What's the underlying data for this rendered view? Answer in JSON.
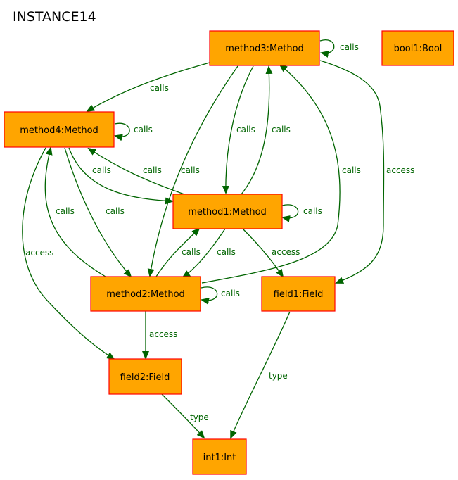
{
  "title": "INSTANCE14",
  "nodes": {
    "method3": "method3:Method",
    "bool1": "bool1:Bool",
    "method4": "method4:Method",
    "method1": "method1:Method",
    "method2": "method2:Method",
    "field1": "field1:Field",
    "field2": "field2:Field",
    "int1": "int1:Int"
  },
  "edges": [
    {
      "from": "method3",
      "to": "method3",
      "label": "calls"
    },
    {
      "from": "method3",
      "to": "method4",
      "label": "calls"
    },
    {
      "from": "method3",
      "to": "method1",
      "label": "calls"
    },
    {
      "from": "method1",
      "to": "method3",
      "label": "calls"
    },
    {
      "from": "method3",
      "to": "method2",
      "label": "calls"
    },
    {
      "from": "method2",
      "to": "method3",
      "label": "calls"
    },
    {
      "from": "method3",
      "to": "field1",
      "label": "access"
    },
    {
      "from": "method4",
      "to": "method4",
      "label": "calls"
    },
    {
      "from": "method4",
      "to": "method1",
      "label": "calls"
    },
    {
      "from": "method1",
      "to": "method4",
      "label": "calls"
    },
    {
      "from": "method4",
      "to": "method2",
      "label": "calls"
    },
    {
      "from": "method2",
      "to": "method4",
      "label": "calls"
    },
    {
      "from": "method4",
      "to": "field2",
      "label": "access"
    },
    {
      "from": "method1",
      "to": "method1",
      "label": "calls"
    },
    {
      "from": "method1",
      "to": "method2",
      "label": "calls"
    },
    {
      "from": "method2",
      "to": "method1",
      "label": "calls"
    },
    {
      "from": "method1",
      "to": "field1",
      "label": "access"
    },
    {
      "from": "method2",
      "to": "method2",
      "label": "calls"
    },
    {
      "from": "method2",
      "to": "field2",
      "label": "access"
    },
    {
      "from": "field2",
      "to": "int1",
      "label": "type"
    },
    {
      "from": "field1",
      "to": "int1",
      "label": "type"
    }
  ]
}
